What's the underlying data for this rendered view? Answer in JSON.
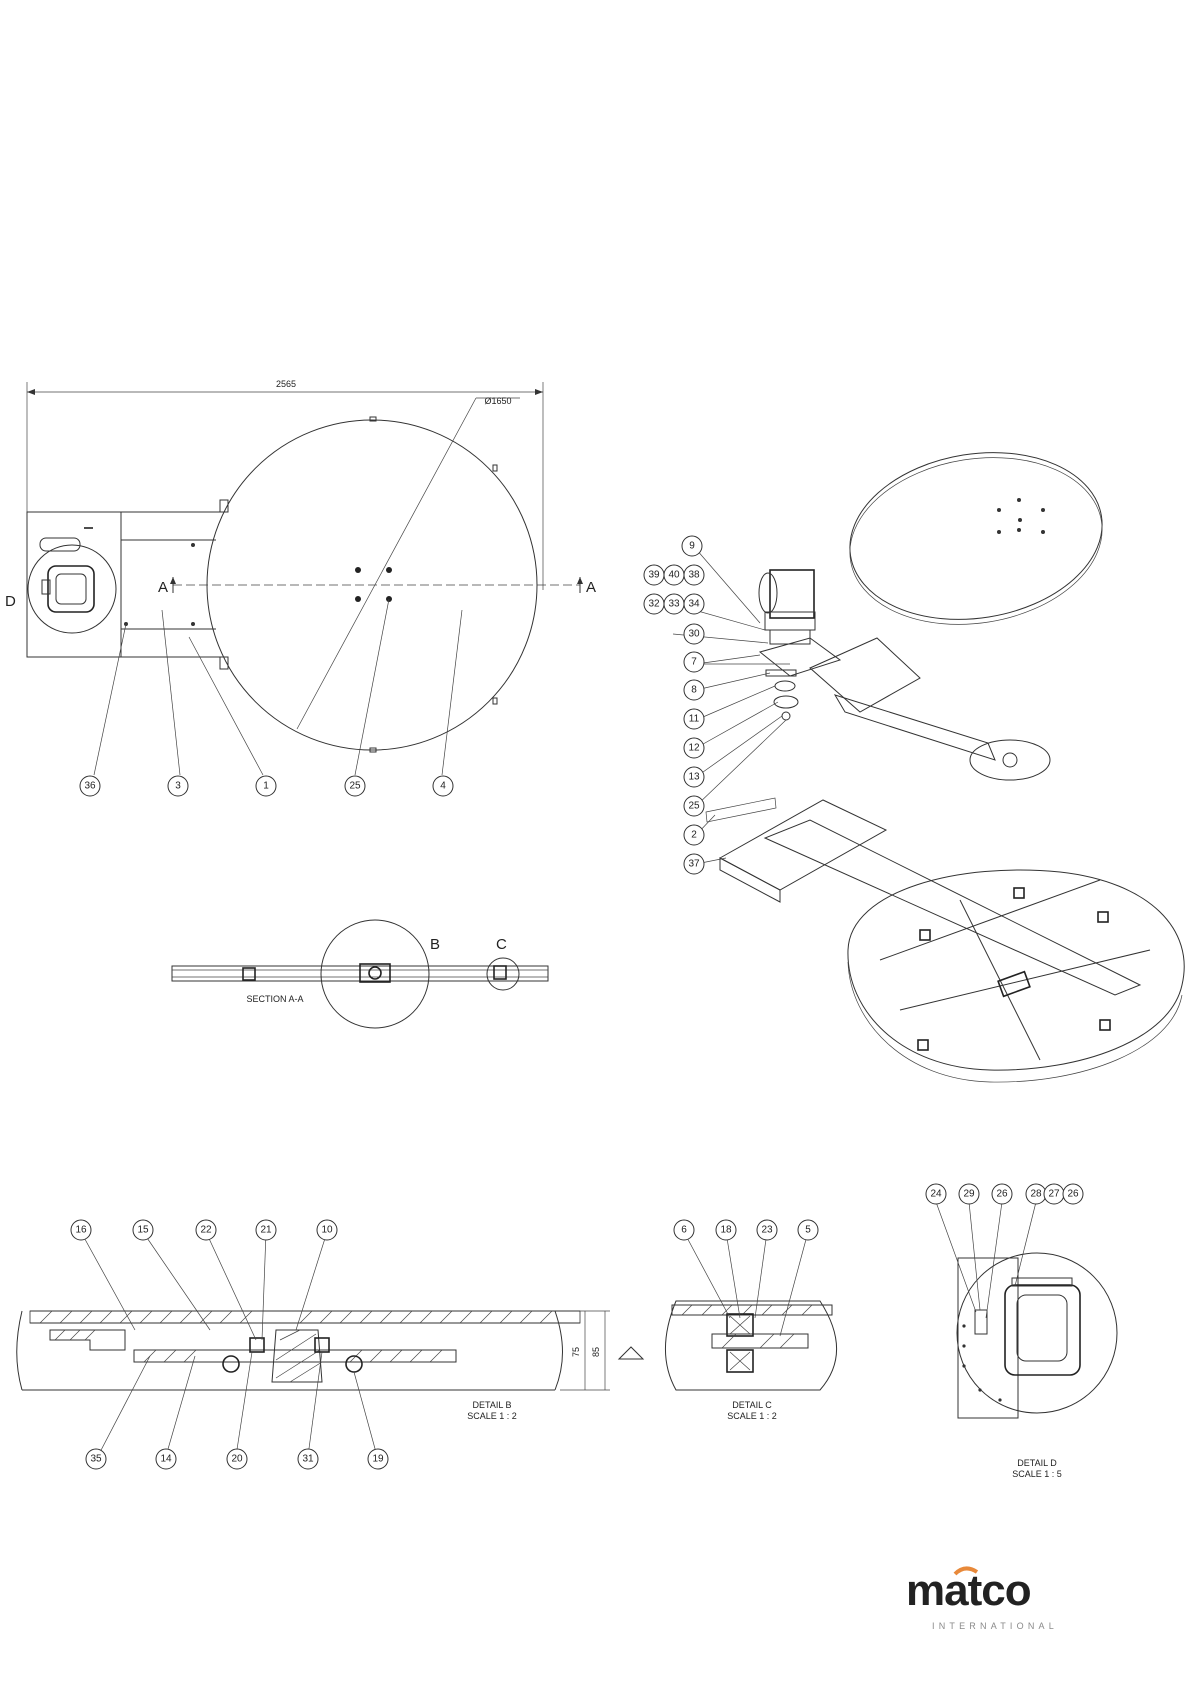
{
  "drawing": {
    "dims": {
      "overall_width": "2565",
      "diameter": "Ø1650",
      "detail_height_outer": "85",
      "detail_height_inner": "75"
    },
    "section_labels": {
      "a_left": "A",
      "a_right": "A",
      "d": "D",
      "b": "B",
      "c": "C"
    },
    "captions": {
      "section_aa": "SECTION A-A",
      "detail_b_title": "DETAIL B",
      "detail_b_scale": "SCALE 1 : 2",
      "detail_c_title": "DETAIL C",
      "detail_c_scale": "SCALE 1 : 2",
      "detail_d_title": "DETAIL D",
      "detail_d_scale": "SCALE 1 : 5"
    },
    "balloons": {
      "top_view": [
        "36",
        "3",
        "1",
        "25",
        "4"
      ],
      "exploded": [
        "9",
        "39",
        "40",
        "38",
        "32",
        "33",
        "34",
        "30",
        "7",
        "8",
        "11",
        "12",
        "13",
        "25",
        "2",
        "37"
      ],
      "detail_b_top": [
        "16",
        "15",
        "22",
        "21",
        "10"
      ],
      "detail_b_bottom": [
        "35",
        "14",
        "20",
        "31",
        "19"
      ],
      "detail_c": [
        "6",
        "18",
        "23",
        "5"
      ],
      "detail_d": [
        "24",
        "29",
        "26",
        "28",
        "27",
        "26"
      ]
    }
  },
  "logo": {
    "word": "matco",
    "sub": "INTERNATIONAL",
    "colors": {
      "gray": "#8a8a8a",
      "accent": "#e8893a"
    }
  }
}
